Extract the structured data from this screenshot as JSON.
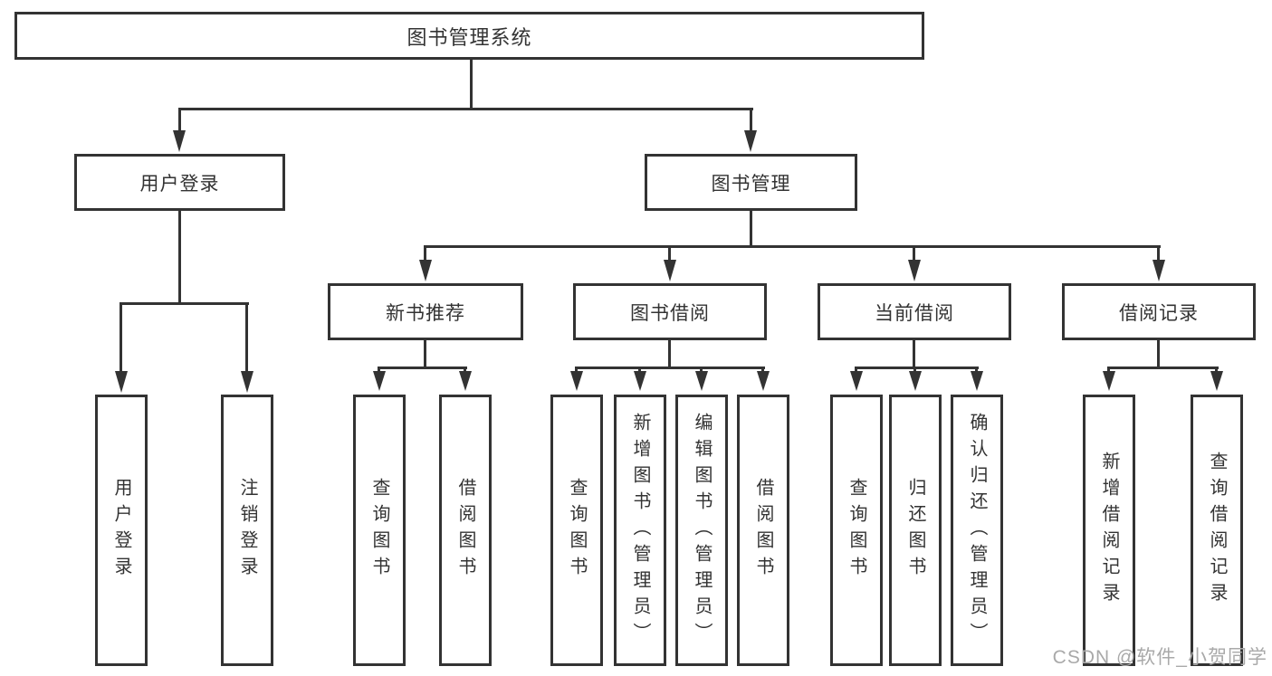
{
  "diagram": {
    "root": "图书管理系统",
    "branches": [
      {
        "label": "用户登录",
        "leaves": [
          "用户登录",
          "注销登录"
        ]
      },
      {
        "label": "图书管理",
        "children": [
          {
            "label": "新书推荐",
            "leaves": [
              "查询图书",
              "借阅图书"
            ]
          },
          {
            "label": "图书借阅",
            "leaves": [
              "查询图书",
              "新增图书（管理员）",
              "编辑图书（管理员）",
              "借阅图书"
            ]
          },
          {
            "label": "当前借阅",
            "leaves": [
              "查询图书",
              "归还图书",
              "确认归还（管理员）"
            ]
          },
          {
            "label": "借阅记录",
            "leaves": [
              "新增借阅记录",
              "查询借阅记录"
            ]
          }
        ]
      }
    ]
  },
  "watermark": "CSDN @软件_小贺同学",
  "colors": {
    "line": "#333333",
    "text": "#333333",
    "box_fill": "#ffffff",
    "watermark": "#a9a9a9",
    "background": "#ffffff"
  }
}
